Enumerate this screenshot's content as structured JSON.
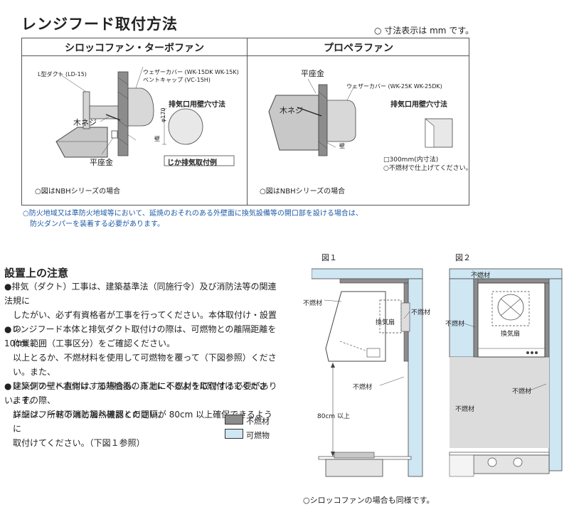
{
  "title": "レンジフード取付方法",
  "unit_note": "○ 寸法表示は mm です。",
  "left_panel": {
    "heading": "シロッコファン・ターボファン",
    "duct_label": "L型ダクト (LD-15)",
    "weather_cover_label": "ウェザーカバー (WK-15DK WK-15K)",
    "vent_cap_label": "ベントキャップ (VC-15H)",
    "wood_screw_label": "木ネジ",
    "flat_base_label": "平座金",
    "wall_label": "壁",
    "hole_title": "排気口用壁穴寸法",
    "hole_dim": "φ170",
    "direct_label": "じか排気取付例",
    "nbh_note": "○図はNBHシリーズの場合"
  },
  "right_panel": {
    "heading": "プロペラファン",
    "flat_base_label": "平座金",
    "wood_screw_label": "木ネジ",
    "weather_cover_label": "ウェザーカバー (WK-25K WK-25DK)",
    "wall_label": "壁",
    "hole_title": "排気口用壁穴寸法",
    "hole_dim": "□300mm(内寸法)",
    "nonflam_note": "○不燃材で仕上げてください。",
    "nbh_note": "○図はNBHシリーズの場合"
  },
  "fire_note_1": "○防火地域又は準防火地域等において、延焼のおそれのある外壁面に換気設備等の開口部を設ける場合は、",
  "fire_note_2": "防火ダンパーを装着する必要があります。",
  "install_title": "設置上の注意",
  "para1_l1": "●排気（ダクト）工事は、建築基準法（同施行令）及び消防法等の関連法規に",
  "para1_l2": "したがい、必ず有資格者が工事を行ってください。本体取付け・設置の",
  "para1_l3": "作業範囲（工事区分）をご確認ください。",
  "para2_l1": "●レンジフード本体と排気ダクト取付けの際は、可燃物との離隔距離を10cm",
  "para2_l2": "以上とるか、不燃材料を使用して可燃物を覆って（下図参照）ください。また、",
  "para2_l3": "建築側の壁へ直付けする場合も、下地に不燃材を取付する必要があります。",
  "para2_l4": "詳細は、所轄の消防署へ確認ください。",
  "para3_l1": "●レンジフード本体は、加熱機器の真上にくるように取付けてください。その際、",
  "para3_l2": "レンジフード下端と加熱機器との間隔が 80cm 以上確保できるように",
  "para3_l3": "取付けてください。（下図１参照）",
  "legend": {
    "nonflam": "不燃材",
    "flam": "可燃物",
    "nonflam_color": "#8c8c8c",
    "flam_color": "#cfe6f3"
  },
  "fig1": {
    "title": "図１",
    "nonflam_a": "不燃材",
    "nonflam_b": "不燃材",
    "nonflam_c": "不燃材",
    "vent_fan": "換気扇",
    "distance": "80cm 以上"
  },
  "fig2": {
    "title": "図２",
    "nonflam_a": "不燃材",
    "nonflam_b": "不燃材",
    "nonflam_c": "不燃材",
    "nonflam_d": "不燃材",
    "vent_fan": "換気扇"
  },
  "bottom_note": "○シロッコファンの場合も同様です。"
}
